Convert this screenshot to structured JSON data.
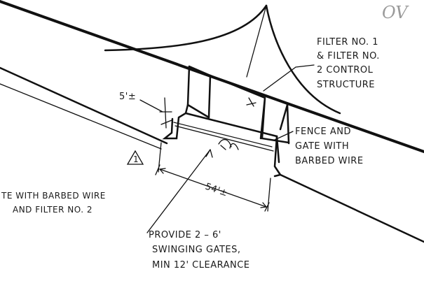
{
  "corner_text": "OV",
  "labels": {
    "filter_structure": [
      "FILTER NO. 1",
      "& FILTER NO.",
      "2 CONTROL",
      "STRUCTURE"
    ],
    "fence_gate": [
      "FENCE AND",
      "GATE WITH",
      "BARBED WIRE"
    ],
    "left_note": [
      "TE WITH BARBED WIRE",
      "AND FILTER NO. 2"
    ],
    "gates_note": [
      "PROVIDE 2 – 6'",
      "SWINGING GATES,",
      "MIN 12' CLEARANCE"
    ]
  },
  "dimensions": {
    "offset": "5'±",
    "width": "54'±"
  },
  "revision_mark": "1"
}
